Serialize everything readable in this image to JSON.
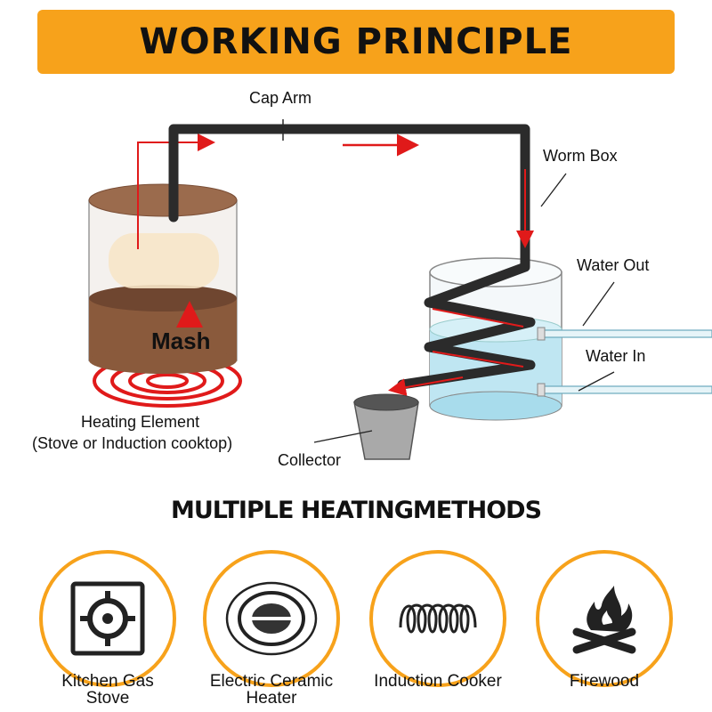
{
  "header": {
    "title": "WORKING PRINCIPLE"
  },
  "diagram": {
    "labels": {
      "cap_arm": "Cap Arm",
      "worm_box": "Worm Box",
      "water_out": "Water Out",
      "water_in": "Water In",
      "mash": "Mash",
      "heating_element_line1": "Heating Element",
      "heating_element_line2": "(Stove or Induction cooktop)",
      "collector": "Collector"
    },
    "colors": {
      "arrow": "#e01a1a",
      "pipe": "#2b2b2b",
      "mash": "#8a5a3c",
      "water": "#bfe6f2",
      "coil": "#e01a1a"
    }
  },
  "methods": {
    "title": "MULTIPLE HEATINGMETHODS",
    "accent": "#f7a21b",
    "items": [
      {
        "icon": "gas-stove-icon",
        "label_line1": "Kitchen Gas",
        "label_line2": "Stove"
      },
      {
        "icon": "ceramic-heater-icon",
        "label_line1": "Electric Ceramic",
        "label_line2": "Heater"
      },
      {
        "icon": "induction-coil-icon",
        "label_line1": "Induction Cooker",
        "label_line2": ""
      },
      {
        "icon": "firewood-icon",
        "label_line1": "Firewood",
        "label_line2": ""
      }
    ]
  }
}
